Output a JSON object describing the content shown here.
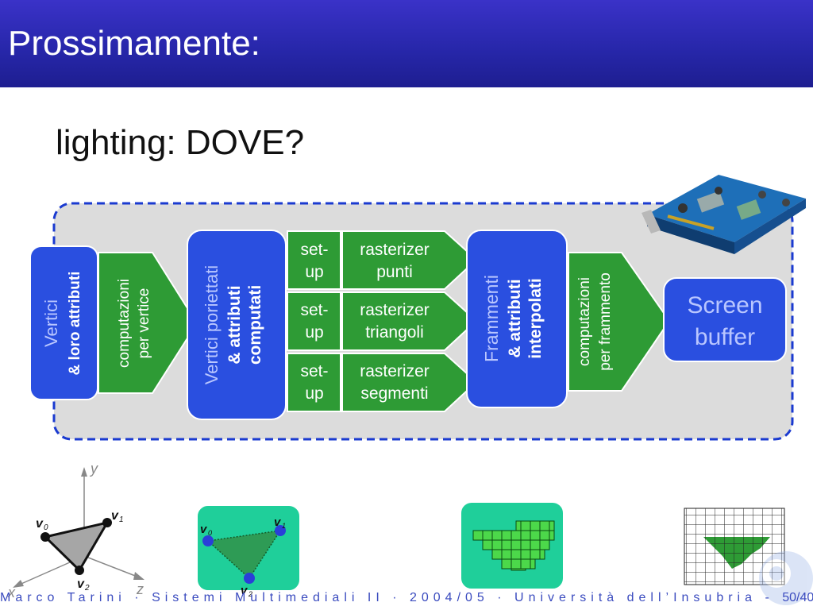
{
  "header": {
    "title": "Prossimamente:"
  },
  "subtitle": "lighting: DOVE?",
  "pipeline": {
    "vertici": {
      "line1": "Vertici",
      "line2": "& loro attributi"
    },
    "comp_vertice": {
      "line1": "computazioni",
      "line2": "per vertice"
    },
    "vertici_proiettati": {
      "line1": "Vertici poriettati",
      "line2": "& attributi",
      "line3": "computati"
    },
    "setup_rows": [
      {
        "setup1": "set-",
        "setup2": "up",
        "rast1": "rasterizer",
        "rast2": "punti"
      },
      {
        "setup1": "set-",
        "setup2": "up",
        "rast1": "rasterizer",
        "rast2": "triangoli"
      },
      {
        "setup1": "set-",
        "setup2": "up",
        "rast1": "rasterizer",
        "rast2": "segmenti"
      }
    ],
    "frammenti": {
      "line1": "Frammenti",
      "line2": "& attributi",
      "line3": "interpolati"
    },
    "comp_frammento": {
      "line1": "computazioni",
      "line2": "per frammento"
    },
    "screen_buffer": {
      "line1": "Screen",
      "line2": "buffer"
    }
  },
  "axes": {
    "x": "x",
    "y": "y",
    "z": "z"
  },
  "vertex_labels": {
    "v0": "v",
    "v1": "v",
    "v2": "v",
    "s0": "0",
    "s1": "1",
    "s2": "2"
  },
  "footer": {
    "text": "Marco Tarini · Sistemi Multimediali II · 2004/05 · Università dell’Insubria - ",
    "page": "50/40"
  },
  "colors": {
    "blue": "#2a4fe0",
    "green": "#2e9b35",
    "header": "#2a2ab0",
    "teal": "#1fcf9a"
  }
}
